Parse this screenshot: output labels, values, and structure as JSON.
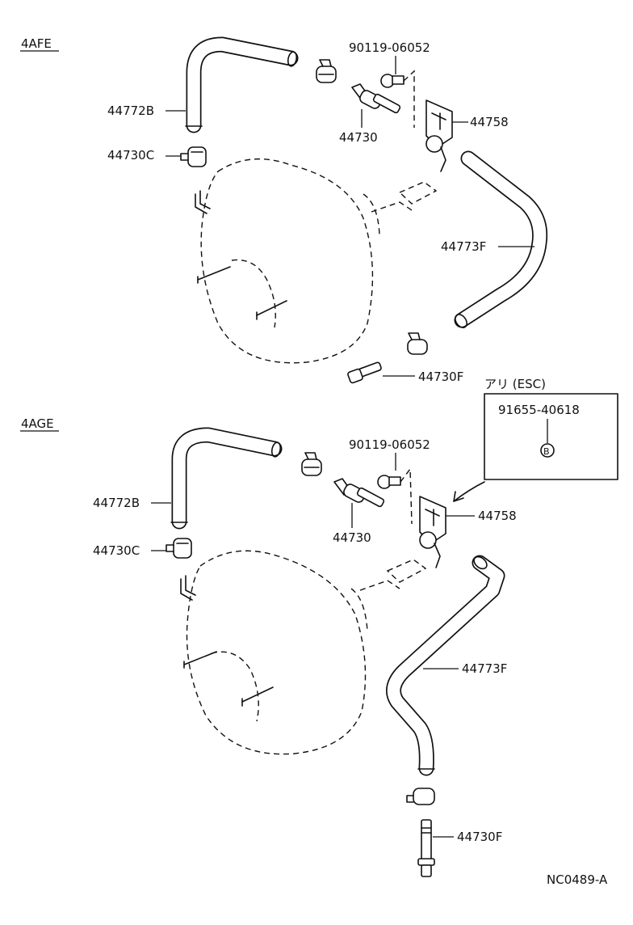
{
  "diagram_code": "NC0489-A",
  "sections": [
    {
      "engine": "4AFE",
      "labels": {
        "hose_upper": "44772B",
        "clamp": "44730C",
        "bolt": "90119-06052",
        "check_valve": "44730",
        "bracket": "44758",
        "hose_lower": "44773F",
        "union": "44730F"
      }
    },
    {
      "engine": "4AGE",
      "labels": {
        "hose_upper": "44772B",
        "clamp": "44730C",
        "bolt": "90119-06052",
        "check_valve": "44730",
        "bracket": "44758",
        "hose_lower": "44773F",
        "union": "44730F"
      }
    }
  ],
  "esc_box": {
    "title": "アリ (ESC)",
    "part_number": "91655-40618",
    "marker": "B"
  }
}
